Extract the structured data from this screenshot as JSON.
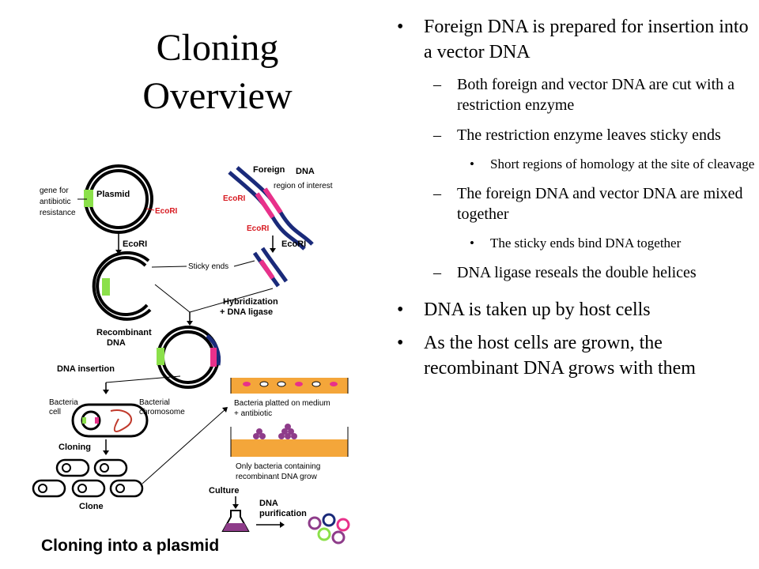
{
  "slide": {
    "title_line1": "Cloning",
    "title_line2": "Overview",
    "bullets": [
      {
        "level": 1,
        "text": "Foreign DNA is prepared for insertion into a vector DNA"
      },
      {
        "level": 2,
        "text": "Both foreign and vector DNA are cut with a restriction enzyme"
      },
      {
        "level": 2,
        "text": "The restriction enzyme leaves sticky ends"
      },
      {
        "level": 3,
        "text": "Short regions of homology at the site of cleavage"
      },
      {
        "level": 2,
        "text": "The foreign DNA and vector DNA are mixed together"
      },
      {
        "level": 3,
        "text": "The sticky ends bind DNA together"
      },
      {
        "level": 2,
        "text": "DNA ligase reseals the double helices"
      },
      {
        "level": 1,
        "text": "DNA is taken up by host cells"
      },
      {
        "level": 1,
        "text": "As the host cells are grown, the recombinant DNA grows with them"
      }
    ]
  },
  "diagram": {
    "caption": "Cloning into a plasmid",
    "labels": {
      "gene_line1": "gene for",
      "gene_line2": "antibiotic",
      "gene_line3": "resistance",
      "plasmid": "Plasmid",
      "ecori_1": "EcoRI",
      "ecori_2": "EcoRI",
      "ecori_3": "EcoRI",
      "ecori_4": "EcoRI",
      "ecori_5": "EcoRI",
      "foreign": "Foreign",
      "dna": "DNA",
      "region": "region of interest",
      "sticky": "Sticky ends",
      "hybrid": "Hybridization",
      "ligase": "+ DNA ligase",
      "recombinant": "Recombinant",
      "recombinant_dna": "DNA",
      "insertion": "DNA insertion",
      "bacteria_line1": "Bacteria",
      "bacteria_line2": "cell",
      "bact_chrom_line1": "Bacterial",
      "bact_chrom_line2": "chromosome",
      "plated_line1": "Bacteria platted on medium",
      "plated_line2": "+ antibiotic",
      "only_line1": "Only bacteria containing",
      "only_line2": "recombinant DNA grow",
      "cloning": "Cloning",
      "clone": "Clone",
      "culture": "Culture",
      "purif_line1": "DNA",
      "purif_line2": "purification"
    }
  }
}
